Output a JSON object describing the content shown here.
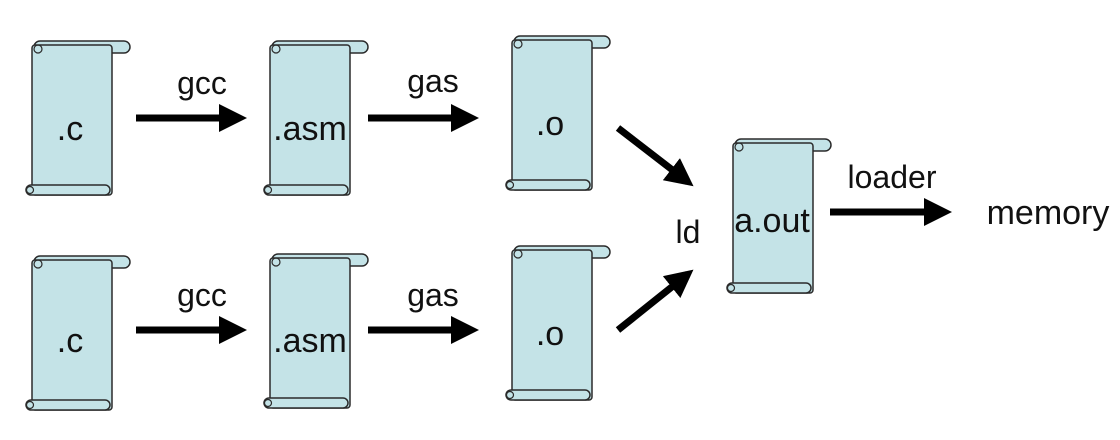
{
  "colors": {
    "scroll_fill": "#c4e3e7",
    "outline": "#2b2b2b",
    "arrow": "#000000",
    "text": "#111111"
  },
  "rows": [
    {
      "source": ".c",
      "compiler": "gcc",
      "assembly": ".asm",
      "assembler": "gas",
      "object": ".o"
    },
    {
      "source": ".c",
      "compiler": "gcc",
      "assembly": ".asm",
      "assembler": "gas",
      "object": ".o"
    }
  ],
  "linker": "ld",
  "executable": "a.out",
  "loader": "loader",
  "destination": "memory"
}
